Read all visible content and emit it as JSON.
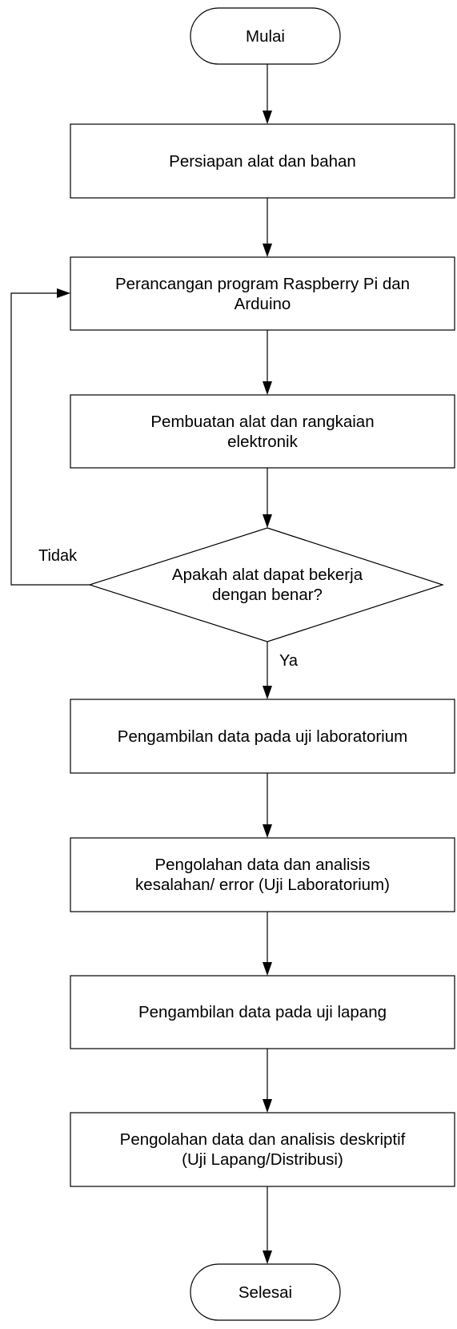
{
  "flowchart": {
    "start": {
      "label": "Mulai"
    },
    "steps": [
      {
        "label": "Persiapan alat dan bahan"
      },
      {
        "label": "Perancangan program Raspberry Pi dan\nArduino"
      },
      {
        "label": "Pembuatan alat dan rangkaian\nelektronik"
      }
    ],
    "decision": {
      "label": "Apakah alat dapat bekerja\ndengan benar?",
      "no_label": "Tidak",
      "yes_label": "Ya"
    },
    "after_steps": [
      {
        "label": "Pengambilan data pada uji laboratorium"
      },
      {
        "label": "Pengolahan data dan analisis\nkesalahan/ error (Uji Laboratorium)"
      },
      {
        "label": "Pengambilan data pada uji lapang"
      },
      {
        "label": "Pengolahan data dan analisis deskriptif\n(Uji Lapang/Distribusi)"
      }
    ],
    "end": {
      "label": "Selesai"
    }
  }
}
